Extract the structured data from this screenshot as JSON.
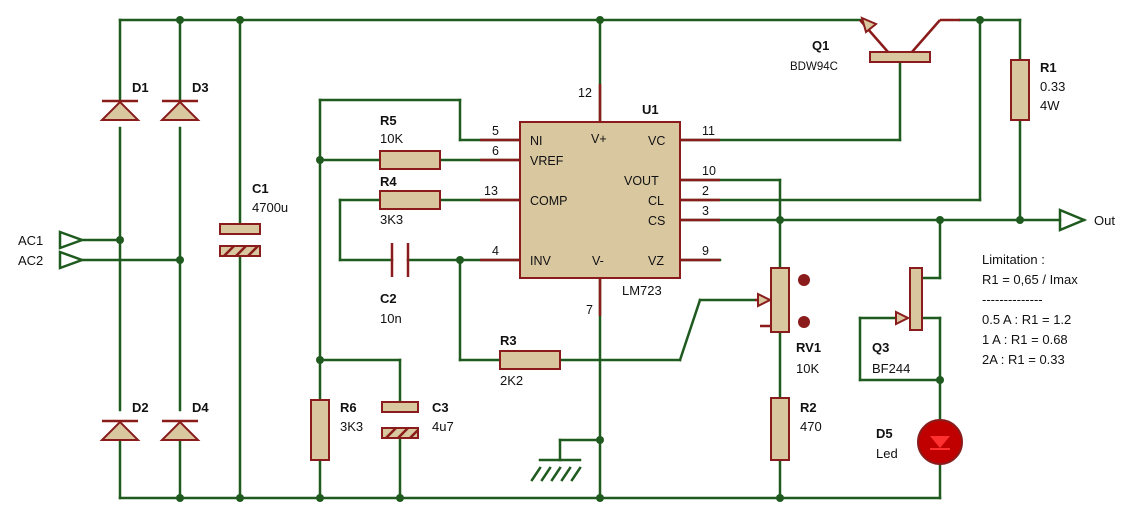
{
  "components": {
    "D1": {
      "ref": "D1"
    },
    "D2": {
      "ref": "D2"
    },
    "D3": {
      "ref": "D3"
    },
    "D4": {
      "ref": "D4"
    },
    "C1": {
      "ref": "C1",
      "value": "4700u"
    },
    "C2": {
      "ref": "C2",
      "value": "10n"
    },
    "C3": {
      "ref": "C3",
      "value": "4u7"
    },
    "R1": {
      "ref": "R1",
      "value": "0.33",
      "value2": "4W"
    },
    "R2": {
      "ref": "R2",
      "value": "470"
    },
    "R3": {
      "ref": "R3",
      "value": "2K2"
    },
    "R4": {
      "ref": "R4",
      "value": "3K3"
    },
    "R5": {
      "ref": "R5",
      "value": "10K"
    },
    "R6": {
      "ref": "R6",
      "value": "3K3"
    },
    "RV1": {
      "ref": "RV1",
      "value": "10K"
    },
    "Q1": {
      "ref": "Q1",
      "value": "BDW94C"
    },
    "Q3": {
      "ref": "Q3",
      "value": "BF244"
    },
    "D5": {
      "ref": "D5",
      "value": "Led"
    },
    "U1": {
      "ref": "U1",
      "value": "LM723"
    }
  },
  "ic_pins": {
    "NI": "NI",
    "VREF": "VREF",
    "COMP": "COMP",
    "INV": "INV",
    "VPLUS": "V+",
    "VMINUS": "V-",
    "VC": "VC",
    "VOUT": "VOUT",
    "CL": "CL",
    "CS": "CS",
    "VZ": "VZ",
    "n5": "5",
    "n6": "6",
    "n13": "13",
    "n4": "4",
    "n12": "12",
    "n7": "7",
    "n11": "11",
    "n10": "10",
    "n2": "2",
    "n3": "3",
    "n9": "9"
  },
  "terminals": {
    "ac1": "AC1",
    "ac2": "AC2",
    "out": "Out"
  },
  "note": {
    "title": "Limitation :",
    "formula": "R1 = 0,65 / Imax",
    "separator": "--------------",
    "line1": "0.5 A : R1 = 1.2",
    "line2": "1 A : R1 = 0.68",
    "line3": "2A : R1 = 0.33"
  },
  "colors": {
    "wire": "#1f5a1f",
    "component": "#8a1c1c",
    "fill": "#d9c7a0",
    "led": "#c00000"
  }
}
